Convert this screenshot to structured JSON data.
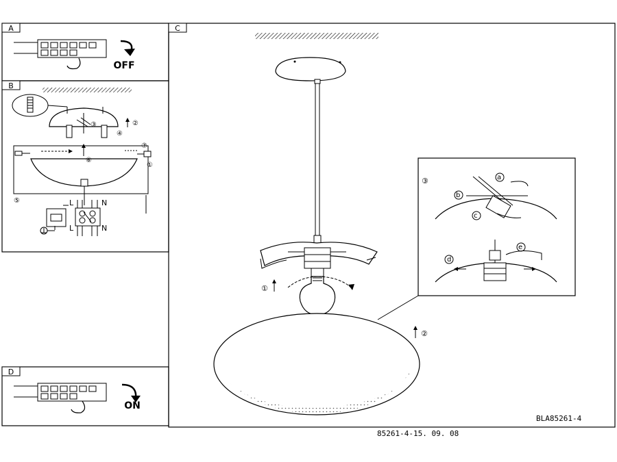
{
  "panels": {
    "a": {
      "letter": "A",
      "action": "OFF"
    },
    "b": {
      "letter": "B",
      "step_marks": [
        "①",
        "②",
        "③",
        "④",
        "⑤",
        "⑥",
        "⑦"
      ],
      "terminal": {
        "live": "L",
        "neutral": "N"
      }
    },
    "c": {
      "letter": "C",
      "step_marks": [
        "①",
        "②",
        "③"
      ],
      "detail_marks": [
        "a",
        "b",
        "c",
        "d",
        "e"
      ]
    },
    "d": {
      "letter": "D",
      "action": "ON"
    }
  },
  "drawing_code": "BLA85261-4",
  "footer_code": "85261-4-15. 09. 08"
}
